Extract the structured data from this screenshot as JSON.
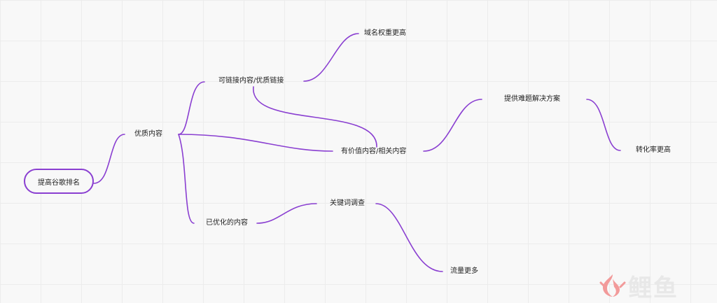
{
  "mindmap": {
    "root": "提高谷歌排名",
    "nodes": {
      "quality": "优质内容",
      "linkable": "可链接内容/优质链接",
      "domain": "域名权重更高",
      "valuable": "有价值内容/相关内容",
      "solution": "提供难题解决方案",
      "conversion": "转化率更高",
      "optimized": "已优化的内容",
      "keyword": "关键词调查",
      "traffic": "流量更多"
    }
  },
  "colors": {
    "edge": "#8a3fd1",
    "watermark_red": "#f29a9a",
    "watermark_blue": "#9ec9e8"
  },
  "watermark": {
    "text": "鲤鱼",
    "icon": "fire-logo-icon"
  }
}
